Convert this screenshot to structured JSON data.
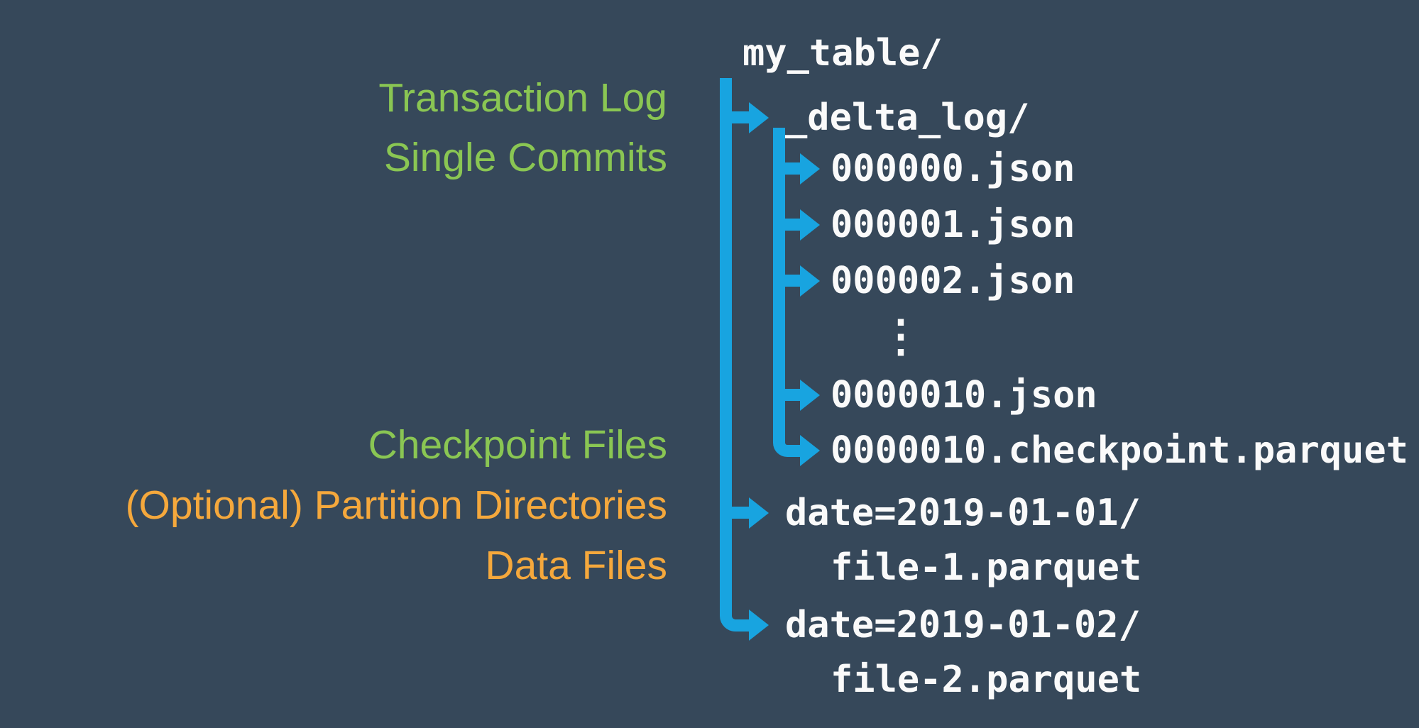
{
  "colors": {
    "background": "#36485A",
    "blue": "#18A4E0",
    "green": "#8AC653",
    "orange": "#F5A83C",
    "white": "#FAFAFA"
  },
  "labels": {
    "transaction_log": "Transaction Log",
    "single_commits": "Single Commits",
    "checkpoint_files": "Checkpoint Files",
    "partition_directories": "(Optional) Partition Directories",
    "data_files": "Data Files"
  },
  "tree": {
    "root": "my_table/",
    "delta_log_dir": "_delta_log/",
    "commits": [
      "000000.json",
      "000001.json",
      "000002.json"
    ],
    "ellipsis": "⋮",
    "later_commit": "0000010.json",
    "checkpoint_file": "0000010.checkpoint.parquet",
    "partitions": [
      {
        "dir": "date=2019-01-01/",
        "file": "file-1.parquet"
      },
      {
        "dir": "date=2019-01-02/",
        "file": "file-2.parquet"
      }
    ]
  }
}
